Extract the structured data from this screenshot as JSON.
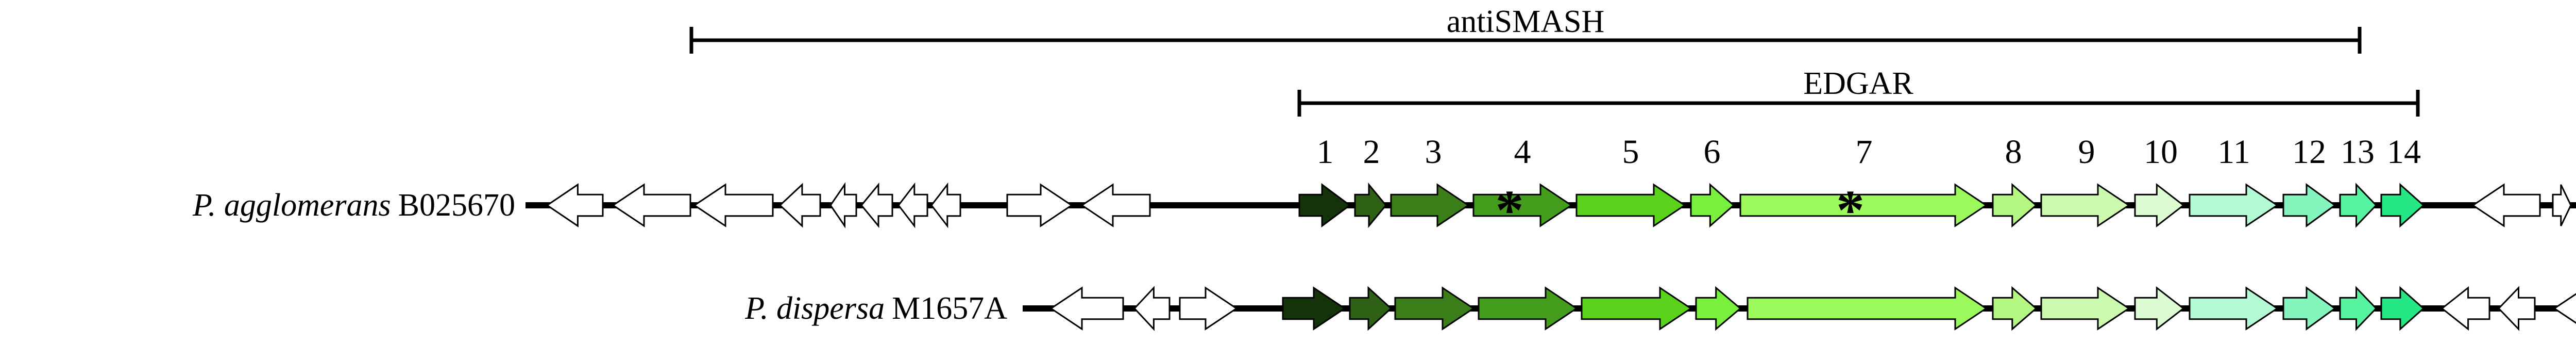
{
  "regions": {
    "antismash": {
      "label": "antiSMASH"
    },
    "edgar": {
      "label": "EDGAR"
    }
  },
  "gene_numbers": [
    "1",
    "2",
    "3",
    "4",
    "5",
    "6",
    "7",
    "8",
    "9",
    "10",
    "11",
    "12",
    "13",
    "14"
  ],
  "colors": {
    "backbone": "#000000",
    "flank_fill": "#ffffff",
    "cluster": [
      "#15330a",
      "#2e6115",
      "#3a7d19",
      "#449c1d",
      "#5ad21c",
      "#79f03d",
      "#9bf95c",
      "#b3f782",
      "#ccfbb0",
      "#ddfcd4",
      "#b3fbd4",
      "#84f5bd",
      "#56f3a0",
      "#25e783"
    ]
  },
  "tracks": [
    {
      "id": "agglomerans",
      "species": "P. agglomerans",
      "strain": "B025670",
      "marked_genes": [
        "4",
        "7"
      ],
      "marker": "*"
    },
    {
      "id": "dispersa",
      "species": "P. dispersa",
      "strain": "M1657A",
      "marked_genes": [],
      "marker": "*"
    }
  ]
}
